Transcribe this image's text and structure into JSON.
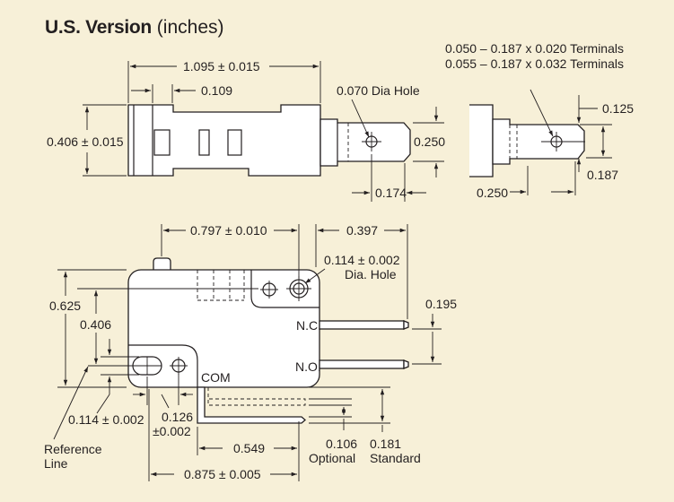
{
  "title": {
    "bold": "U.S. Version",
    "normal": "(inches)"
  },
  "top_view": {
    "length": "1.095 ± 0.015",
    "offset": "0.109",
    "height": "0.406 ± 0.015",
    "hole": "0.070 Dia Hole",
    "terminal_width": "0.250",
    "terminal_length": "0.174"
  },
  "terminal_detail": {
    "note_line1": "0.050 – 0.187 x 0.020 Terminals",
    "note_line2": "0.055 – 0.187 x 0.032 Terminals",
    "dim_125": "0.125",
    "dim_187": "0.187",
    "dim_250": "0.250"
  },
  "side_view": {
    "actuator_pos": "0.797 ± 0.010",
    "terminal_extent": "0.397",
    "mount_hole": "0.114 ± 0.002",
    "mount_hole_note": "Dia. Hole",
    "height": "0.625",
    "mid_height": "0.406",
    "pitch": "0.195",
    "nc": "N.C.",
    "no": "N.O.",
    "com": "COM",
    "hole_lower": "0.114 ± 0.002",
    "hole_offset_line1": "0.126",
    "hole_offset_line2": "±0.002",
    "ref_line1": "Reference",
    "ref_line2": "Line",
    "com_length": "0.549",
    "optional_value": "0.106",
    "optional_label": "Optional",
    "standard_value": "0.181",
    "standard_label": "Standard",
    "overall_length": "0.875 ± 0.005"
  }
}
